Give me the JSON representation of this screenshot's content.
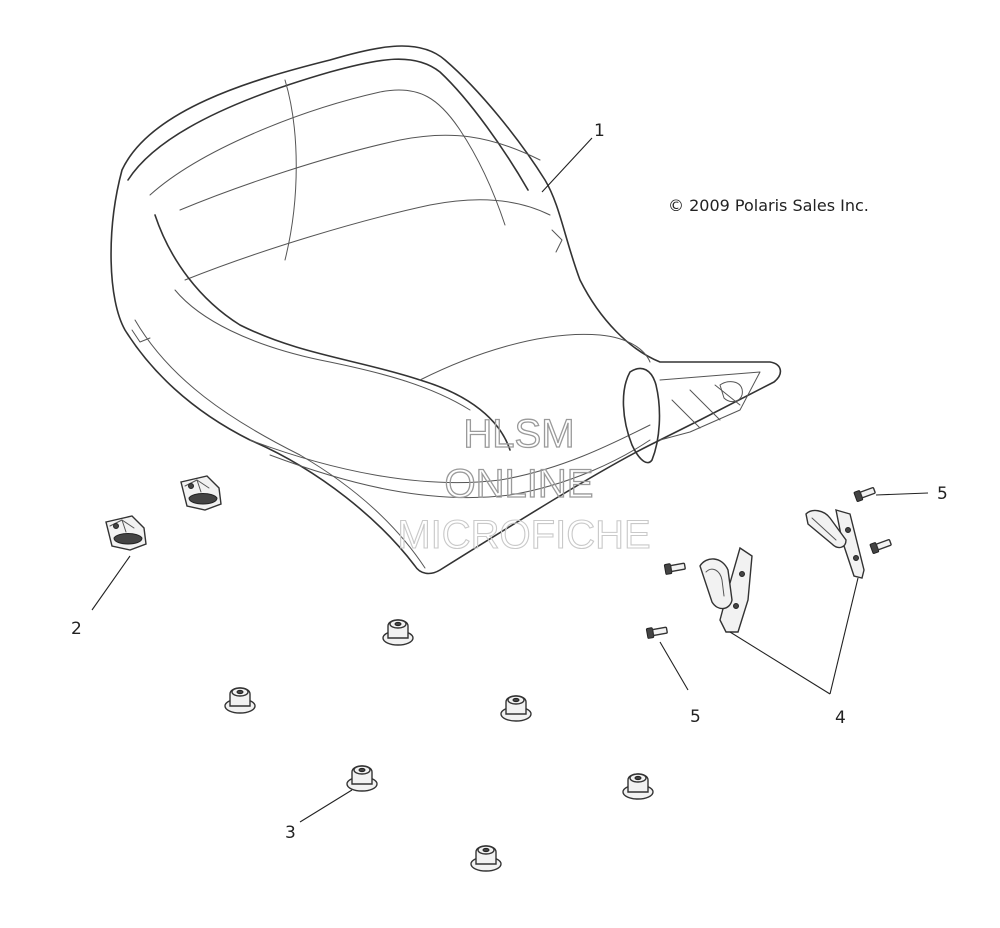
{
  "copyright": "© 2009 Polaris Sales Inc.",
  "watermark": {
    "line1": "HLSM",
    "line2": "ONLINE",
    "line3": "MICROFICHE"
  },
  "callouts": {
    "c1": "1",
    "c2": "2",
    "c3": "3",
    "c4": "4",
    "c5a": "5",
    "c5b": "5"
  },
  "colors": {
    "line": "#333333",
    "background": "#ffffff",
    "watermark": "#9a9a9a"
  }
}
